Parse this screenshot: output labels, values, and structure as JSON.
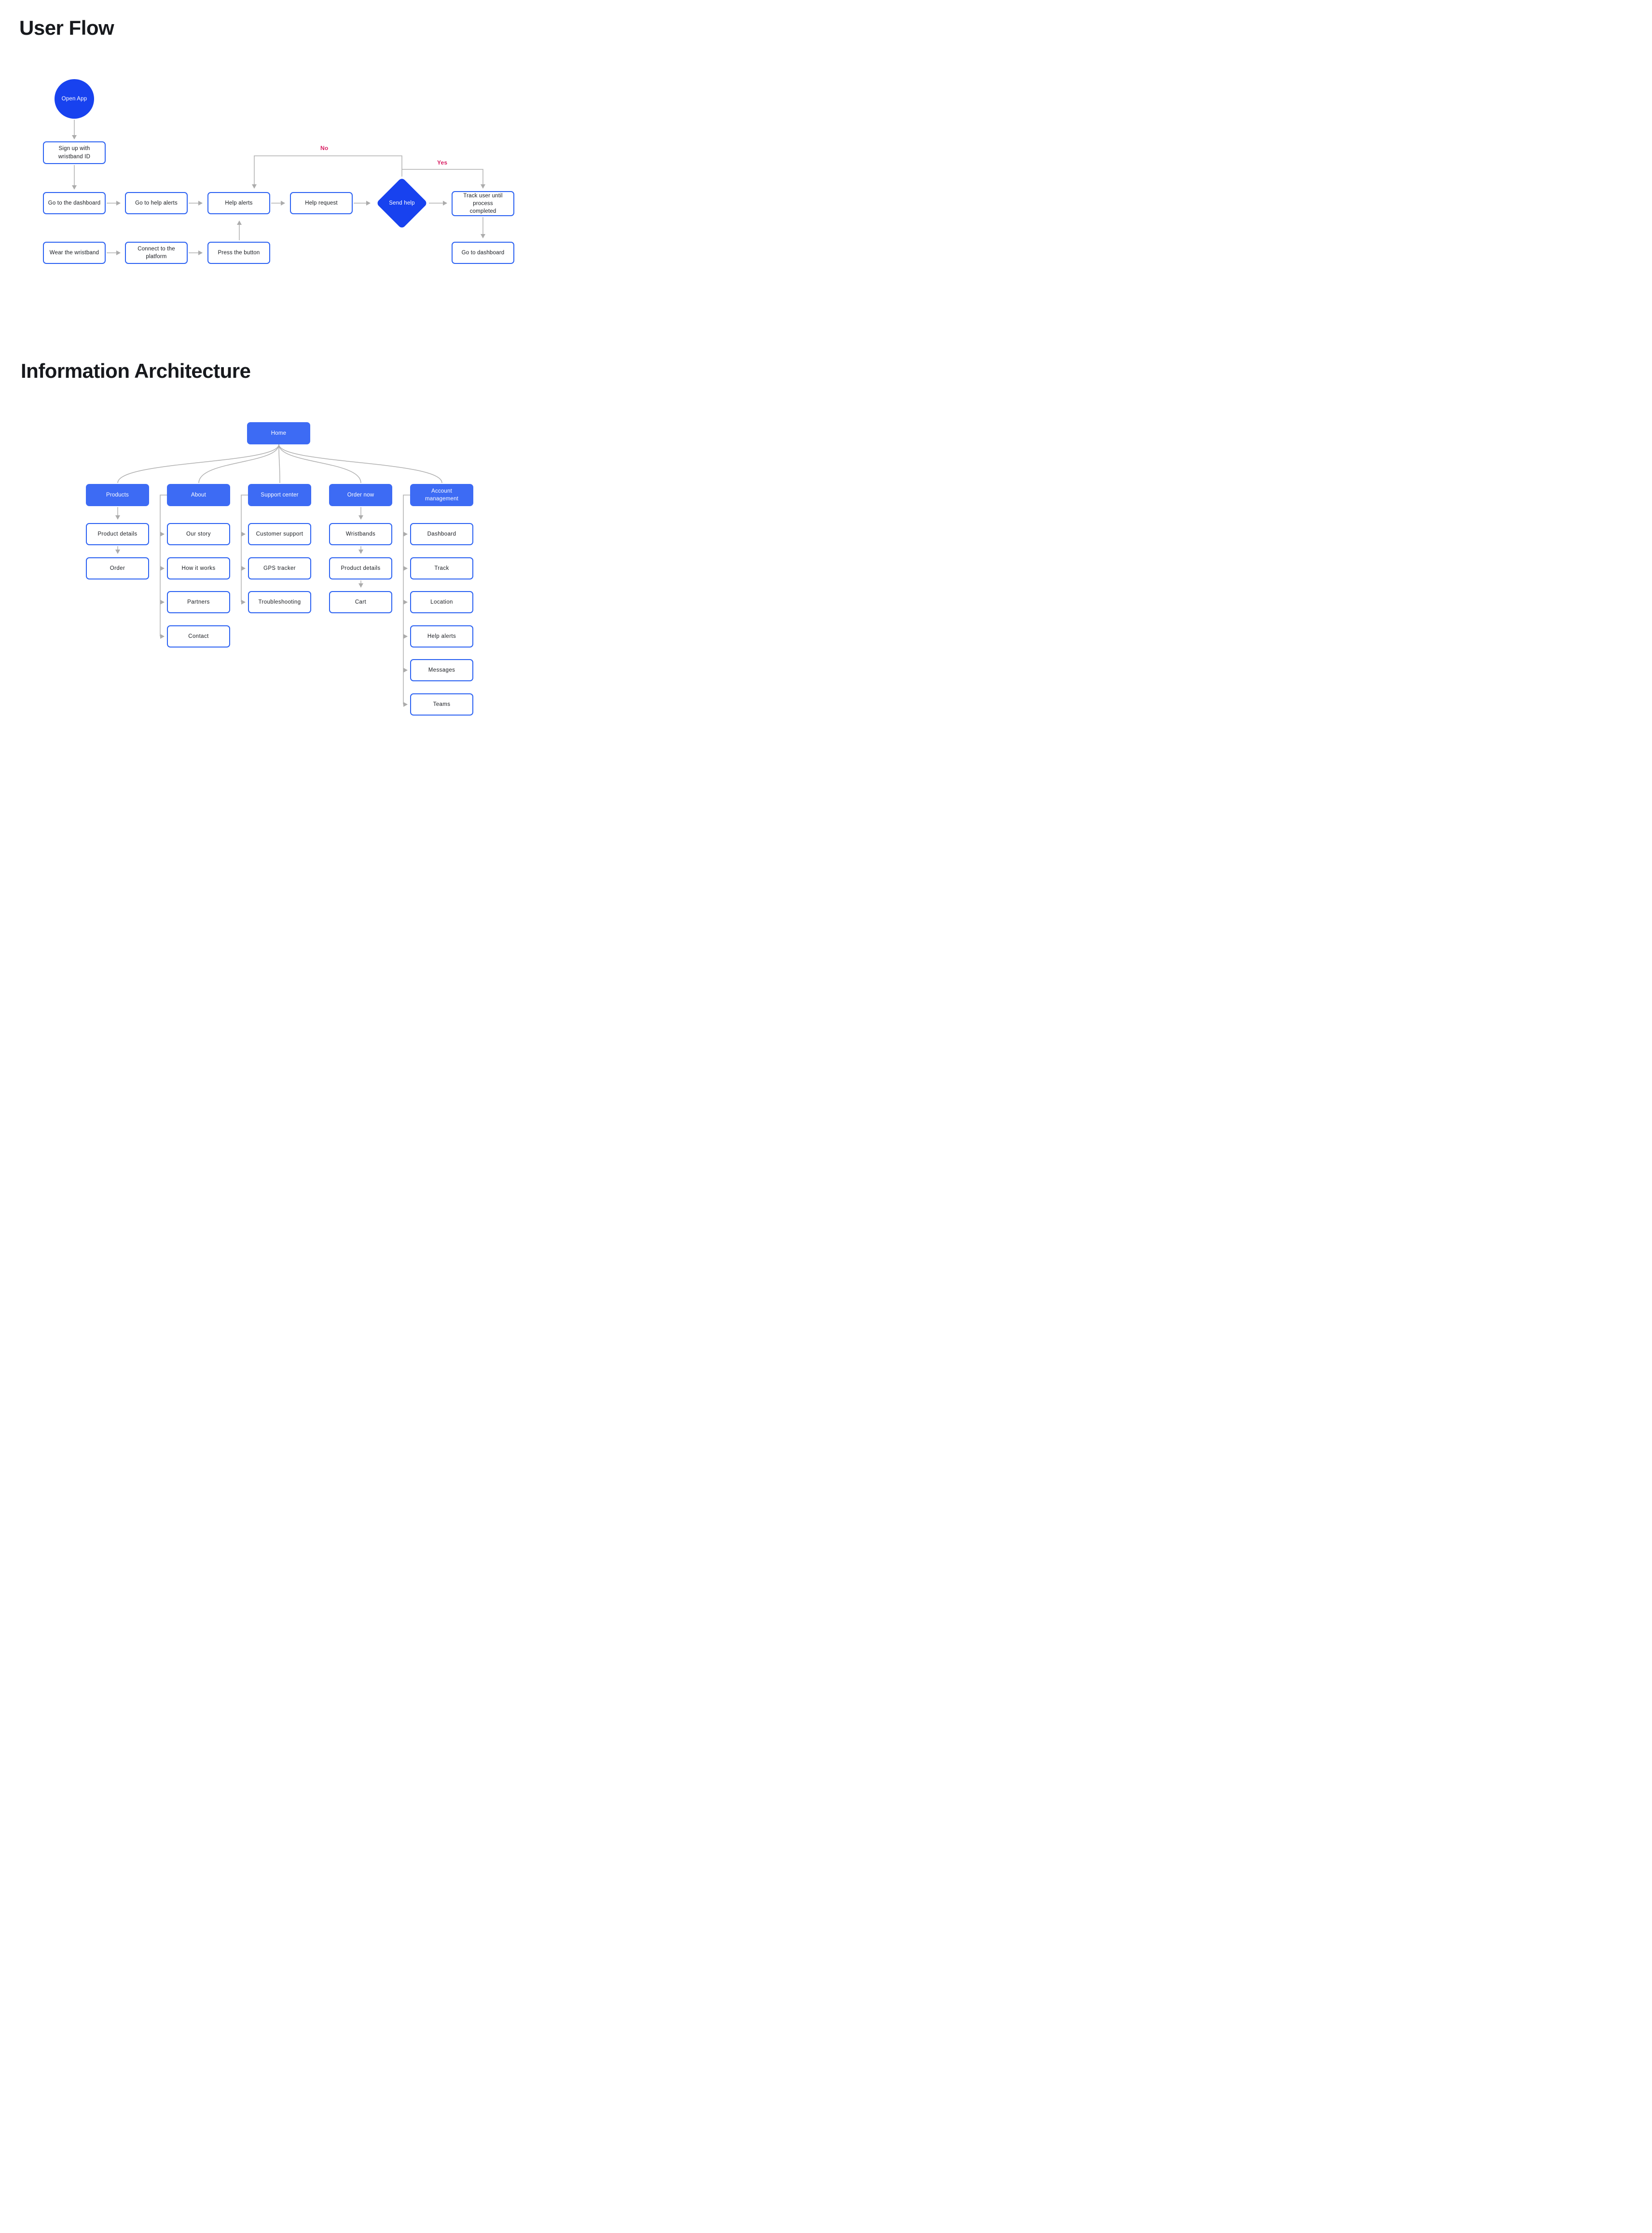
{
  "user_flow": {
    "title": "User Flow",
    "nodes": {
      "start": "Open App",
      "signup": "Sign up with wristband ID",
      "go_to_the_dashboard": "Go to the dashboard",
      "go_to_help_alerts": "Go to help alerts",
      "help_alerts": "Help alerts",
      "help_request": "Help request",
      "send_help": "Send help",
      "track_user": "Track user until process completed",
      "go_to_dashboard": "Go to dashboard",
      "wear_the_wristband": "Wear the wristband",
      "connect_to_platform": "Connect to the platform",
      "press_the_button": "Press the button"
    },
    "edge_labels": {
      "no": "No",
      "yes": "Yes"
    }
  },
  "ia": {
    "title": "Information Architecture",
    "home": "Home",
    "columns": [
      {
        "label": "Products",
        "children": [
          "Product details",
          "Order"
        ]
      },
      {
        "label": "About",
        "children": [
          "Our story",
          "How it works",
          "Partners",
          "Contact"
        ]
      },
      {
        "label": "Support center",
        "children": [
          "Customer support",
          "GPS tracker",
          "Troubleshooting"
        ]
      },
      {
        "label": "Order now",
        "children": [
          "Wristbands",
          "Product details",
          "Cart"
        ]
      },
      {
        "label": "Account management",
        "children": [
          "Dashboard",
          "Track",
          "Location",
          "Help alerts",
          "Messages",
          "Teams"
        ]
      }
    ]
  },
  "colors": {
    "accent_deep_blue": "#1842ef",
    "accent_blue": "#3d6bf4",
    "outline_blue": "#2c62f2",
    "connector_gray": "#b0b0b0",
    "decision_label_pink": "#d81f63"
  }
}
